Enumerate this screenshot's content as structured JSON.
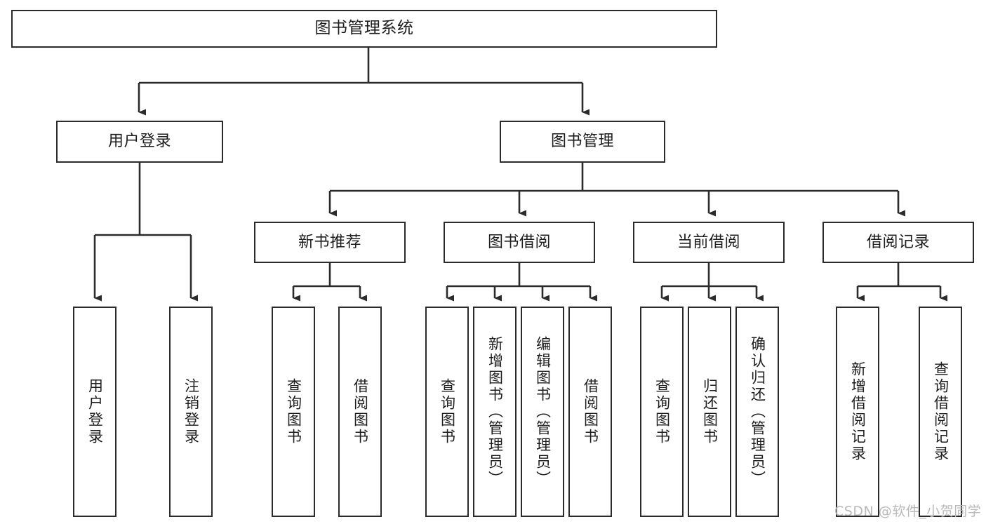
{
  "diagram": {
    "title": "图书管理系统",
    "type": "function-structure-tree",
    "orientation": "top-down",
    "line_color": "#2b2b2b",
    "box_fill": "#ffffff",
    "text_color": "#1d1d1d",
    "watermark": "CSDN @软件_小贺同学",
    "watermark_color": "#b9b9b9"
  },
  "nodes": {
    "root": {
      "label": "图书管理系统",
      "level": 1
    },
    "level2": [
      {
        "id": "user-login",
        "label": "用户登录"
      },
      {
        "id": "book-manage",
        "label": "图书管理"
      }
    ],
    "level3": [
      {
        "id": "new-book-recommend",
        "label": "新书推荐",
        "parent": "book-manage"
      },
      {
        "id": "book-borrow",
        "label": "图书借阅",
        "parent": "book-manage"
      },
      {
        "id": "current-borrow",
        "label": "当前借阅",
        "parent": "book-manage"
      },
      {
        "id": "borrow-record",
        "label": "借阅记录",
        "parent": "book-manage"
      }
    ],
    "leaves": [
      {
        "id": "leaf-user-login",
        "label": "用户登录",
        "parent": "user-login"
      },
      {
        "id": "leaf-user-logout",
        "label": "注销登录",
        "parent": "user-login"
      },
      {
        "id": "leaf-query-book-1",
        "label": "查询图书",
        "parent": "new-book-recommend"
      },
      {
        "id": "leaf-borrow-book-1",
        "label": "借阅图书",
        "parent": "new-book-recommend"
      },
      {
        "id": "leaf-query-book-2",
        "label": "查询图书",
        "parent": "book-borrow"
      },
      {
        "id": "leaf-add-book",
        "label": "新增图书（管理员）",
        "parent": "book-borrow"
      },
      {
        "id": "leaf-edit-book",
        "label": "编辑图书（管理员）",
        "parent": "book-borrow"
      },
      {
        "id": "leaf-borrow-book-2",
        "label": "借阅图书",
        "parent": "book-borrow"
      },
      {
        "id": "leaf-query-book-3",
        "label": "查询图书",
        "parent": "current-borrow"
      },
      {
        "id": "leaf-return-book",
        "label": "归还图书",
        "parent": "current-borrow"
      },
      {
        "id": "leaf-confirm-return",
        "label": "确认归还（管理员）",
        "parent": "current-borrow"
      },
      {
        "id": "leaf-add-record",
        "label": "新增借阅记录",
        "parent": "borrow-record"
      },
      {
        "id": "leaf-query-record",
        "label": "查询借阅记录",
        "parent": "borrow-record"
      }
    ]
  }
}
